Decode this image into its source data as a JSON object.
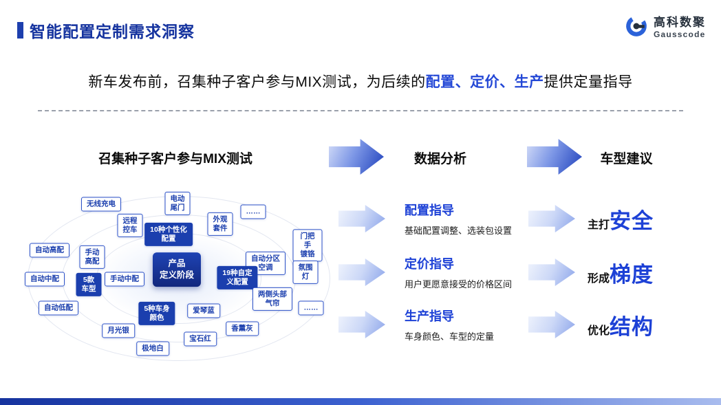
{
  "header": {
    "title": "智能配置定制需求洞察",
    "logo": {
      "name": "高科数聚",
      "sub": "Gausscode"
    }
  },
  "subtitle": {
    "pre": "新车发布前，召集种子客户参与MIX测试，为后续的",
    "highlight": "配置、定价、生产",
    "post": "提供定量指导"
  },
  "flow": {
    "left_header": "召集种子客户参与MIX测试",
    "mid_header": "数据分析",
    "right_header": "车型建议"
  },
  "diagram": {
    "center_label": "产品\n定义阶段",
    "nodes": [
      "无线充电",
      "电动\n尾门",
      "远程\n控车",
      "外观\n套件",
      "……",
      "10种个性化\n配置",
      "自动高配",
      "手动\n高配",
      "自动中配",
      "手动中配",
      "5款\n车型",
      "自动低配",
      "门把手\n镀铬",
      "自动分区\n空调",
      "氛围\n灯",
      "19种自定\n义配置",
      "两侧头部\n气帘",
      "……",
      "5种车身\n颜色",
      "爱琴蓝",
      "香薰灰",
      "月光银",
      "宝石红",
      "极地白"
    ]
  },
  "analysis": [
    {
      "title": "配置指导",
      "desc": "基础配置调整、选装包设置"
    },
    {
      "title": "定价指导",
      "desc": "用户更愿意接受的价格区间"
    },
    {
      "title": "生产指导",
      "desc": "车身颜色、车型的定量"
    }
  ],
  "suggestions": [
    {
      "prefix": "主打",
      "keyword": "安全"
    },
    {
      "prefix": "形成",
      "keyword": "梯度"
    },
    {
      "prefix": "优化",
      "keyword": "结构"
    }
  ],
  "colors": {
    "accent": "#1d3fae",
    "highlight": "#2448d6"
  }
}
